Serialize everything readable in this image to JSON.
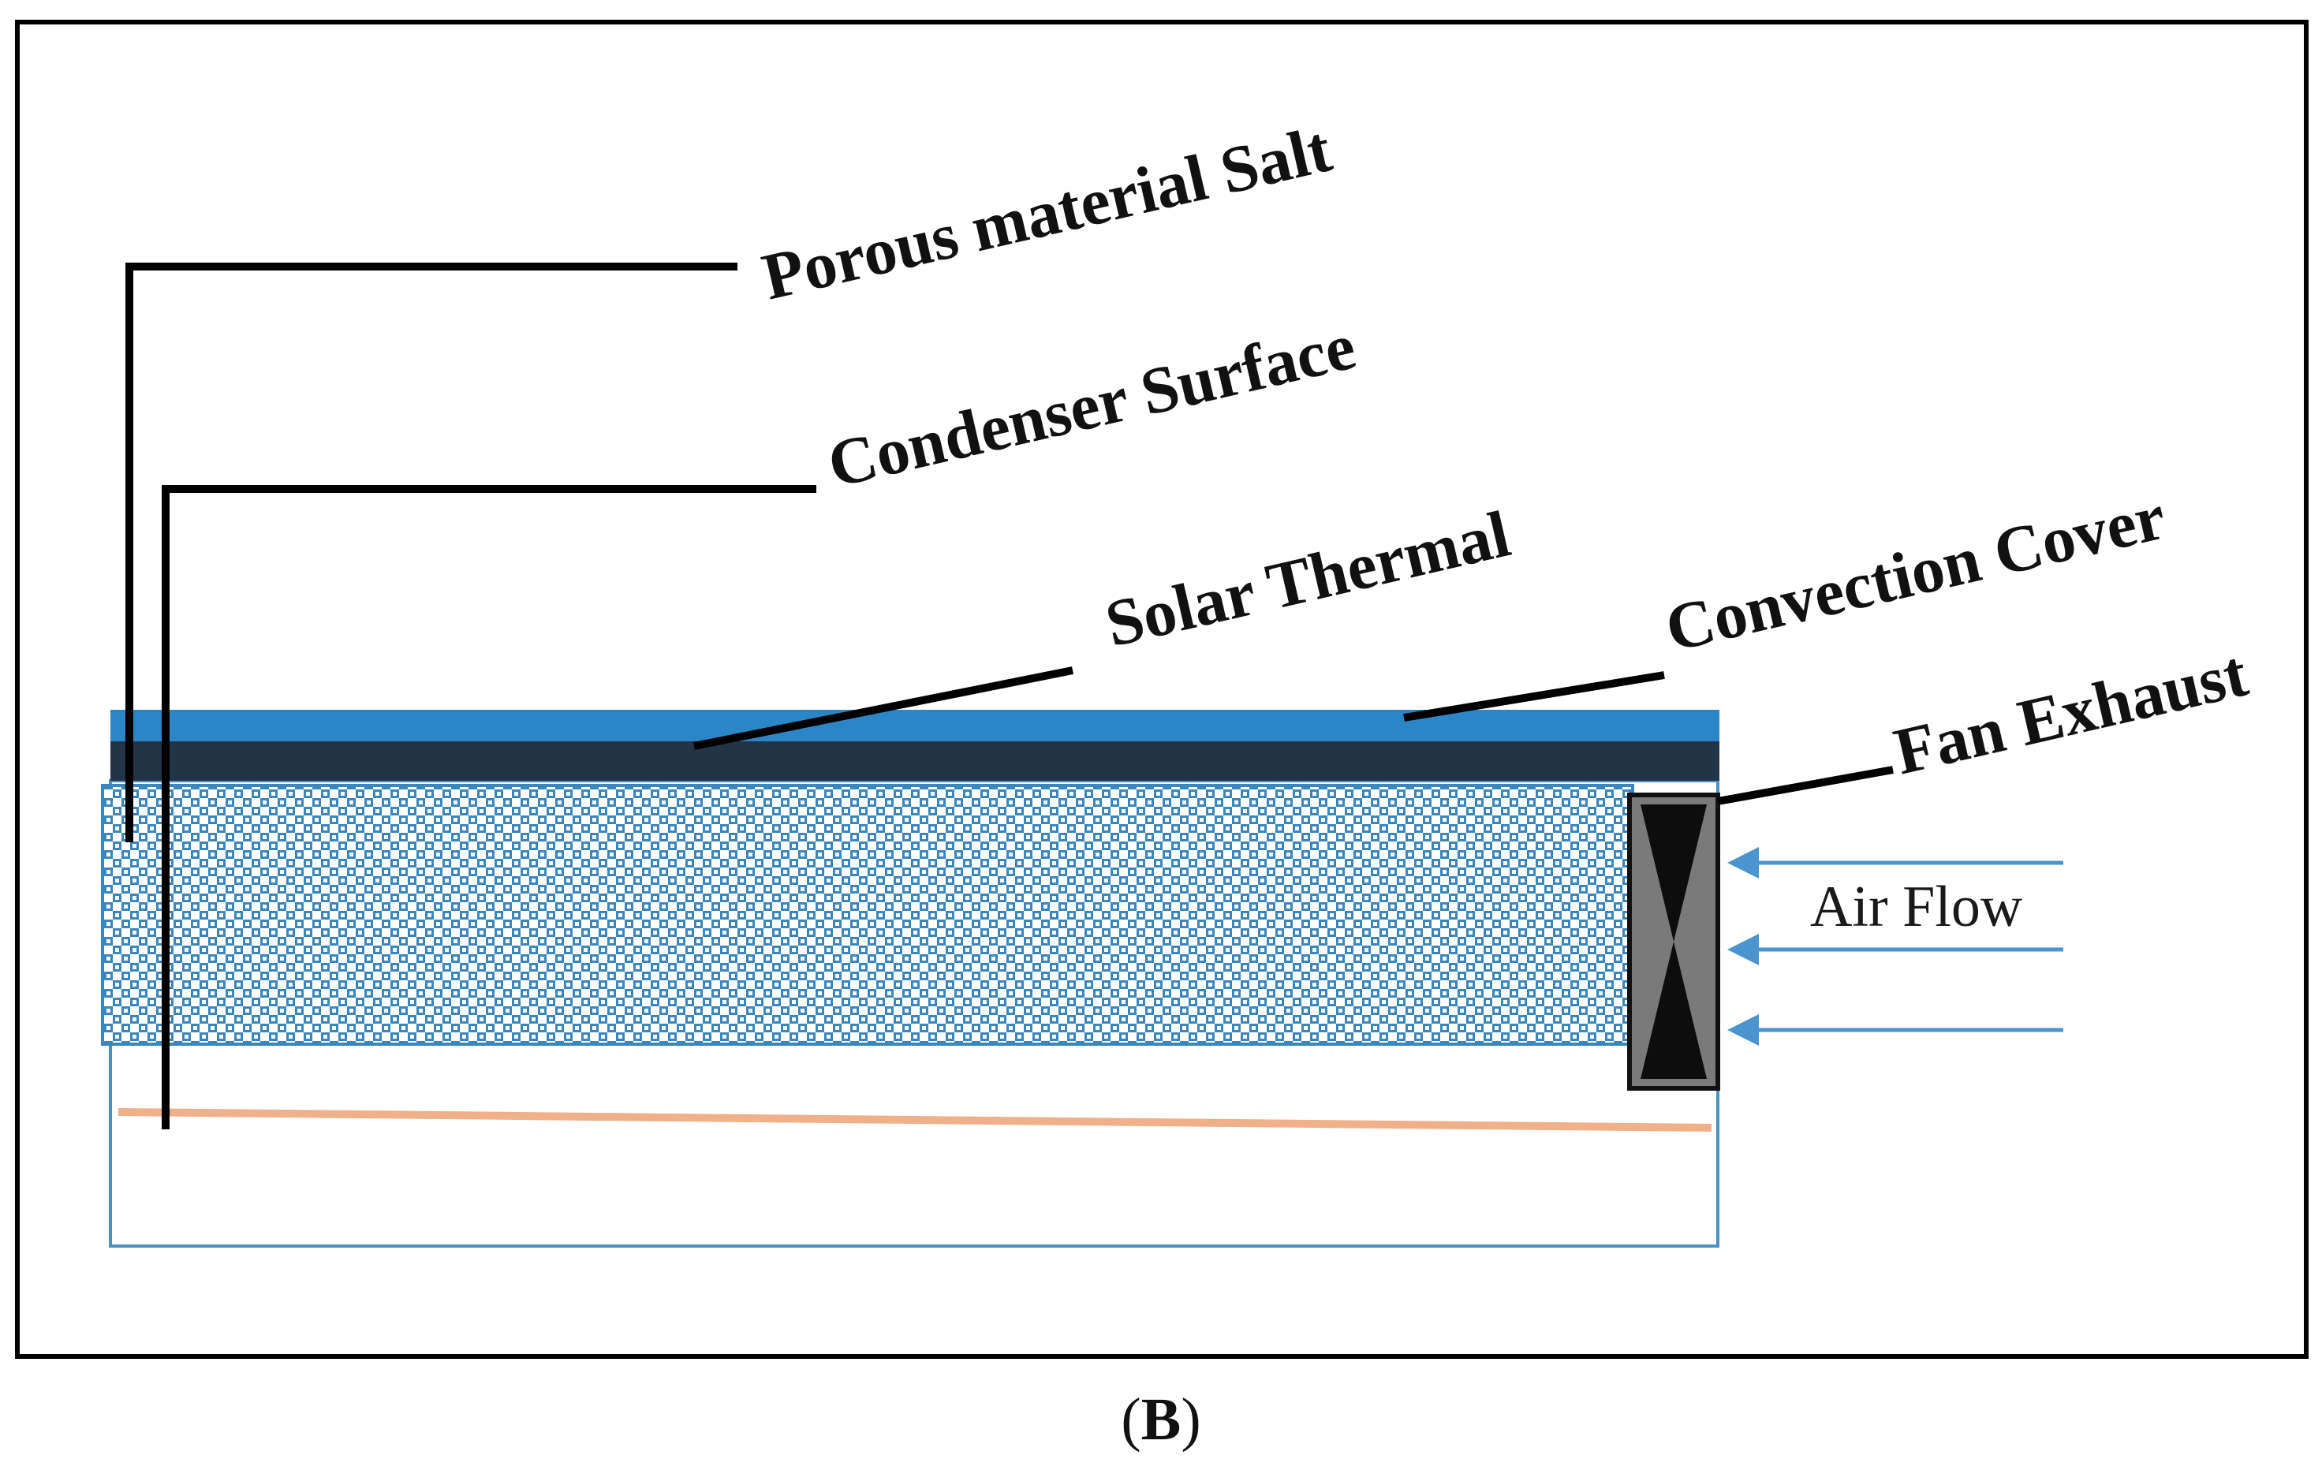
{
  "labels": {
    "porous_material_salt": "Porous material Salt",
    "condenser_surface": "Condenser Surface",
    "solar_thermal": "Solar Thermal",
    "convection_cover": "Convection Cover",
    "fan_exhaust": "Fan Exhaust",
    "air_flow": "Air Flow"
  },
  "caption": {
    "open": "(",
    "letter": "B",
    "close": ")"
  },
  "colors": {
    "frame": "#000000",
    "convection_cover": "#2a86c6",
    "solar_thermal": "#243447",
    "porous_pattern": "#2f7fb5",
    "condenser_line": "#f0b08a",
    "enclosure_outline": "#4a90c2",
    "fan_box": "#7a7a7a",
    "air_flow_arrow": "#4a95d0"
  },
  "icons": {
    "fan": "fan-exhaust-icon",
    "arrow": "left-arrow-icon"
  }
}
